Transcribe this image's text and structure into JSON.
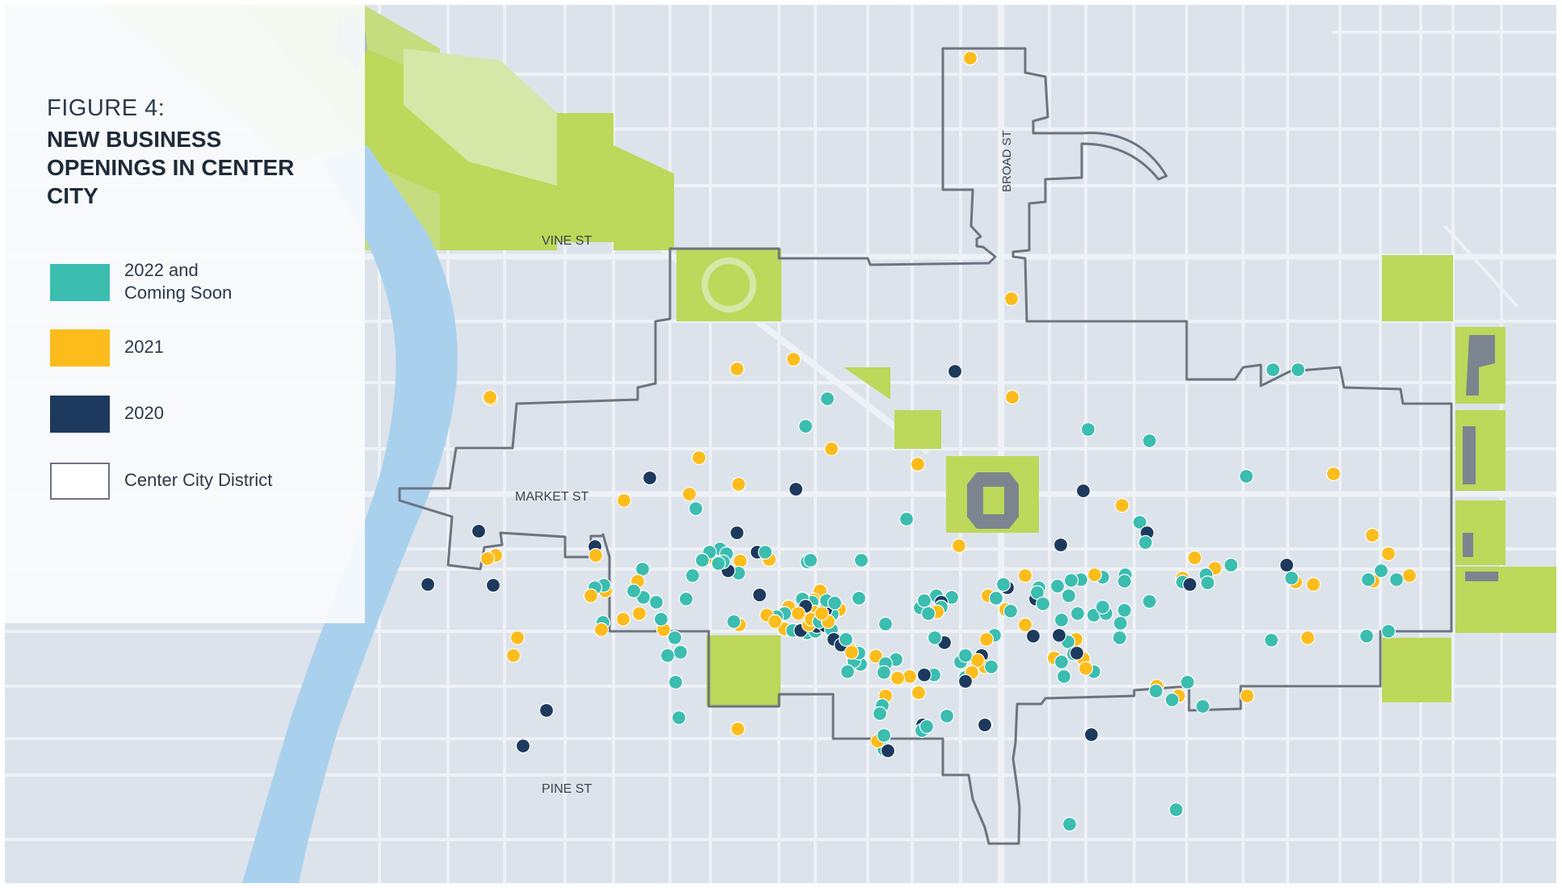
{
  "figure": {
    "number": "FIGURE 4:",
    "title": "NEW BUSINESS OPENINGS IN CENTER CITY"
  },
  "legend": [
    {
      "label": "2022 and\nComing Soon",
      "color": "#3bbdb0",
      "kind": "dot"
    },
    {
      "label": "2021",
      "color": "#fbbc1c",
      "kind": "dot"
    },
    {
      "label": "2020",
      "color": "#1d3a5e",
      "kind": "dot"
    },
    {
      "label": "Center City District",
      "color": "#ffffff",
      "kind": "outline"
    }
  ],
  "streets": {
    "vine": "VINE ST",
    "market": "MARKET ST",
    "pine": "PINE ST",
    "broad": "BROAD ST"
  },
  "colors": {
    "background": "#dde3ea",
    "street": "#eef2f6",
    "park": "#bdd85a",
    "river": "#a9d1ee",
    "district_outline": "#6c7480",
    "building": "#7c858f"
  }
}
